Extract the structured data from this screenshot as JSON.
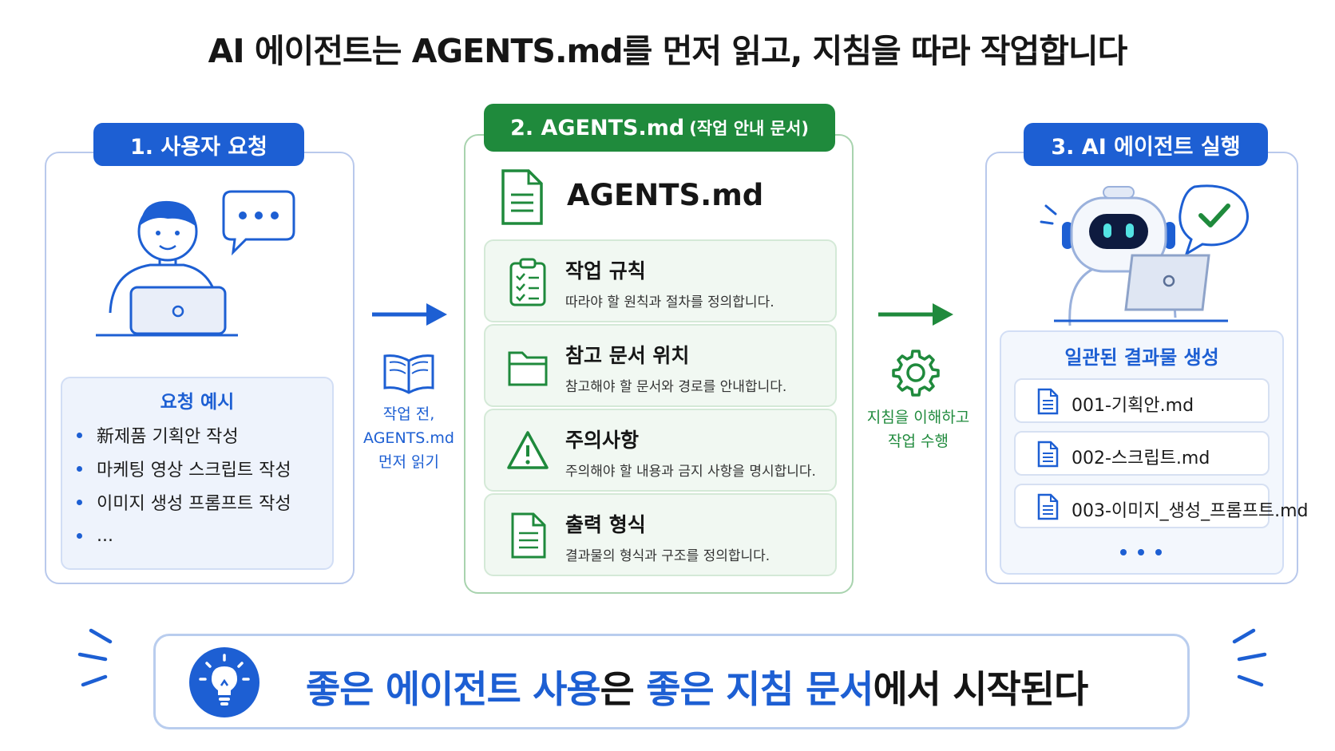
{
  "title": "AI 에이전트는 AGENTS.md를 먼저 읽고, 지침을 따라 작업합니다",
  "step1": {
    "tag": "1. 사용자 요청",
    "examples_title": "요청 예시",
    "examples": [
      "新제품 기획안 작성",
      "마케팅 영상 스크립트 작성",
      "이미지 생성 프롬프트 작성",
      "..."
    ]
  },
  "arrow1": {
    "line1": "작업 전,",
    "line2": "AGENTS.md",
    "line3": "먼저 읽기"
  },
  "step2": {
    "tag": "2. AGENTS.md",
    "tag_sub": "(작업 안내 문서)",
    "file_title": "AGENTS.md",
    "rules": [
      {
        "title": "작업 규칙",
        "desc": "따라야 할 원칙과 절차를 정의합니다.",
        "icon": "checklist-icon"
      },
      {
        "title": "참고 문서 위치",
        "desc": "참고해야 할 문서와 경로를 안내합니다.",
        "icon": "folder-icon"
      },
      {
        "title": "주의사항",
        "desc": "주의해야 할 내용과 금지 사항을 명시합니다.",
        "icon": "warning-icon"
      },
      {
        "title": "출력 형식",
        "desc": "결과물의 형식과 구조를 정의합니다.",
        "icon": "document-icon"
      }
    ]
  },
  "arrow2": {
    "line1": "지침을 이해하고",
    "line2": "작업 수행"
  },
  "step3": {
    "tag": "3. AI 에이전트 실행",
    "results_title": "일관된 결과물 생성",
    "files": [
      "001-기획안.md",
      "002-스크립트.md",
      "003-이미지_생성_프롬프트.md"
    ]
  },
  "banner": {
    "part1": "좋은 에이전트 사용",
    "part2": "은  ",
    "part3": "좋은 지침 문서",
    "part4": "에서 시작된다"
  },
  "colors": {
    "blue": "#1d5fd3",
    "green": "#1f8a3c",
    "light_blue": "#eef3fc",
    "light_green": "#f1f8f2"
  }
}
